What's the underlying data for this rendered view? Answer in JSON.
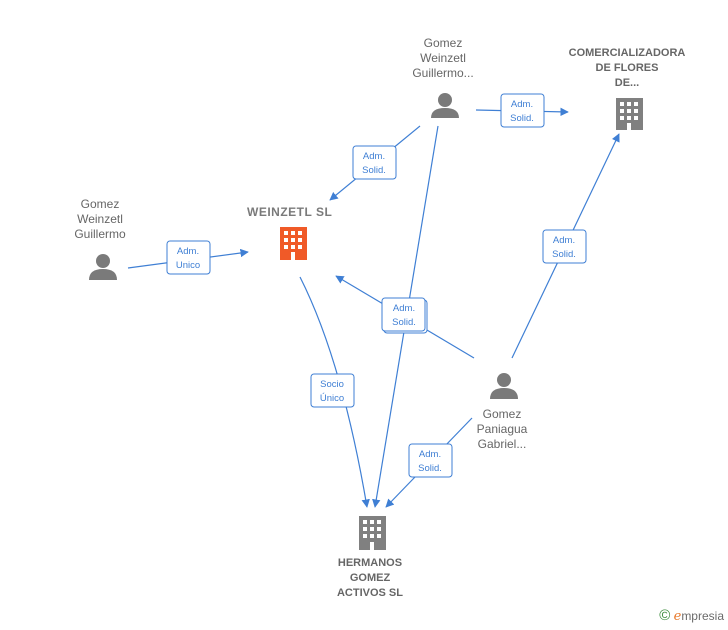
{
  "nodes": {
    "gomez_guillermo_top": {
      "lines": [
        "Gomez",
        "Weinzetl",
        "Guillermo..."
      ]
    },
    "comercializadora": {
      "lines": [
        "COMERCIALIZADORA",
        "DE FLORES",
        "DE..."
      ]
    },
    "gomez_guillermo_left": {
      "lines": [
        "Gomez",
        "Weinzetl",
        "Guillermo"
      ]
    },
    "weinzetl": {
      "lines": [
        "WEINZETL  SL"
      ]
    },
    "gomez_paniagua": {
      "lines": [
        "Gomez",
        "Paniagua",
        "Gabriel..."
      ]
    },
    "hermanos": {
      "lines": [
        "HERMANOS",
        "GOMEZ",
        "ACTIVOS  SL"
      ]
    }
  },
  "edges": [
    {
      "id": "e1",
      "label": [
        "Adm.",
        "Solid."
      ]
    },
    {
      "id": "e2",
      "label": [
        "Adm.",
        "Solid."
      ]
    },
    {
      "id": "e3",
      "label": [
        "Adm.",
        "Unico"
      ]
    },
    {
      "id": "e4",
      "label": [
        "Adm.",
        "Solid."
      ]
    },
    {
      "id": "e5",
      "label": [
        "Adm.",
        "Solid."
      ]
    },
    {
      "id": "e6",
      "label": [
        "Socio",
        "Único"
      ]
    },
    {
      "id": "e7",
      "label": [
        "Adm.",
        "Solid."
      ]
    }
  ],
  "colors": {
    "edge": "#3f7fd4",
    "person": "#7a7a7a",
    "company": "#808080",
    "main_company": "#f05a28"
  },
  "footer": {
    "copyright": "©",
    "brand_first": "e",
    "brand_rest": "mpresia"
  }
}
